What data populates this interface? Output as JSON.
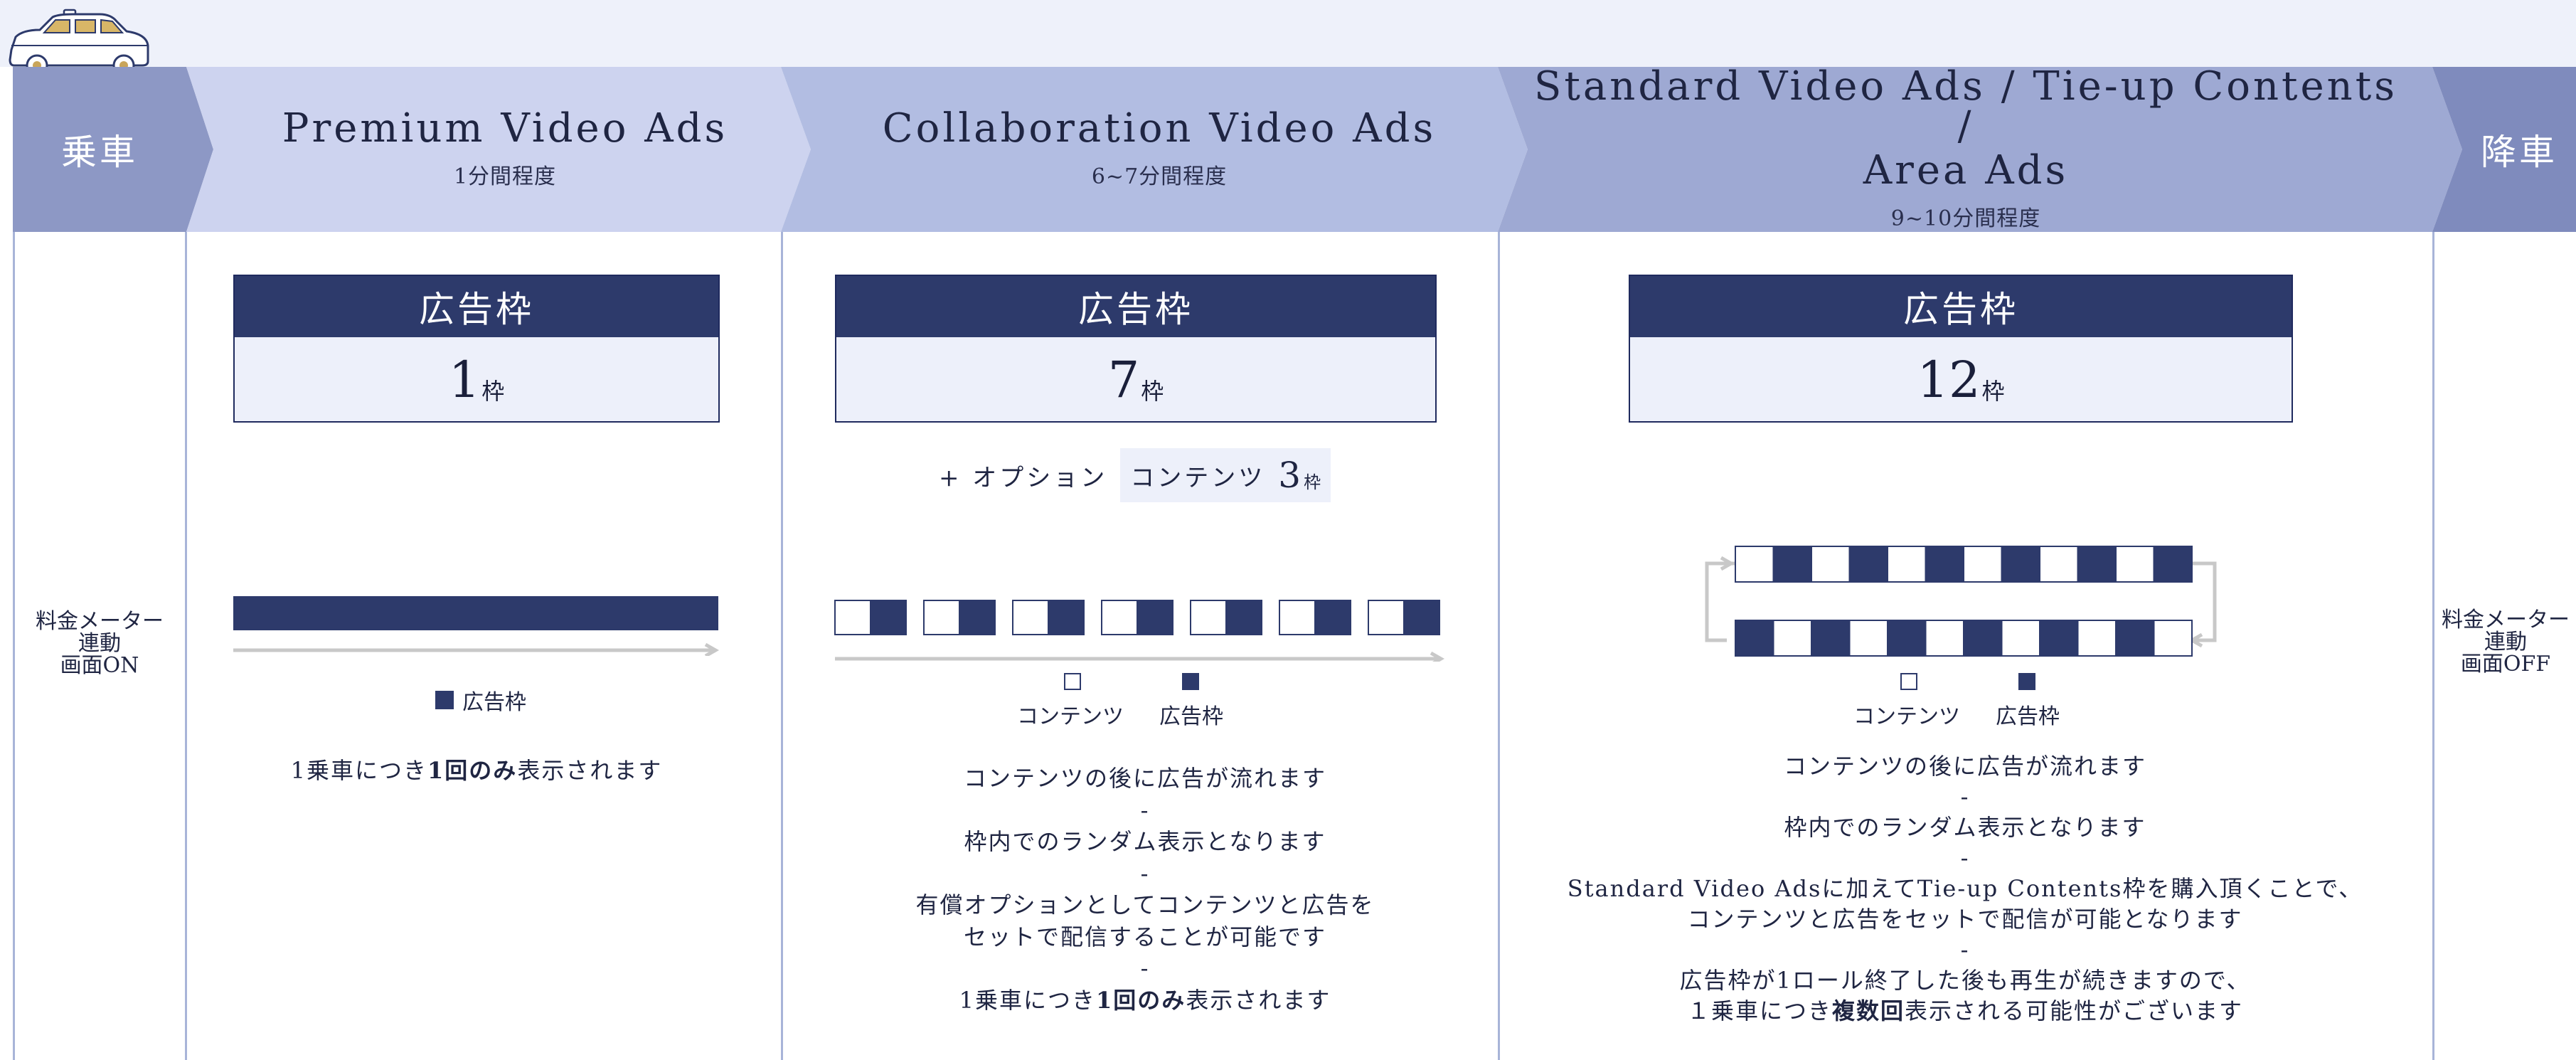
{
  "colors": {
    "navy": "#2d3a6b",
    "chevron_ride": "#8d98c5",
    "chevron_premium": "#cdd3ef",
    "chevron_collab": "#b2bde2",
    "chevron_standard": "#9ea9d3",
    "chevron_alight": "#7f8bbd",
    "arrow_gray": "#c8c8c8",
    "light_fill": "#edf0fa"
  },
  "header": {
    "ride": "乗車",
    "alight": "降車",
    "sections": [
      {
        "title": "Premium Video Ads",
        "duration": "1分間程度"
      },
      {
        "title": "Collaboration Video Ads",
        "duration": "6~7分間程度"
      },
      {
        "title_line1": "Standard Video Ads / Tie-up Contents /",
        "title_line2": "Area Ads",
        "duration": "9~10分間程度"
      }
    ]
  },
  "left_info": [
    "料金メーター",
    "連動",
    "画面ON"
  ],
  "right_info": [
    "料金メーター",
    "連動",
    "画面OFF"
  ],
  "premium": {
    "slot_header": "広告枠",
    "slot_count": "1",
    "slot_unit": "枠",
    "legend_ad": "広告枠",
    "desc": {
      "pre": "1乗車につき",
      "bold": "1回のみ",
      "post": "表示されます"
    }
  },
  "collab": {
    "slot_header": "広告枠",
    "slot_count": "7",
    "slot_unit": "枠",
    "option_label": "+ オプション",
    "option_content": "コンテンツ",
    "option_count": "3",
    "option_unit": "枠",
    "pairs": 7,
    "legend_content": "コンテンツ",
    "legend_ad": "広告枠",
    "desc_lines": [
      "コンテンツの後に広告が流れます",
      "-",
      "枠内でのランダム表示となります",
      "-",
      "有償オプションとしてコンテンツと広告を",
      "セットで配信することが可能です",
      "-"
    ],
    "desc_last": {
      "pre": "1乗車につき",
      "bold": "1回のみ",
      "post": "表示されます"
    }
  },
  "standard": {
    "slot_header": "広告枠",
    "slot_count": "12",
    "slot_unit": "枠",
    "cells_per_row": 12,
    "legend_content": "コンテンツ",
    "legend_ad": "広告枠",
    "desc_lines": [
      "コンテンツの後に広告が流れます",
      "-",
      "枠内でのランダム表示となります",
      "-",
      "Standard Video Adsに加えてTie-up Contents枠を購入頂くことで、",
      "コンテンツと広告をセットで配信が可能となります",
      "-",
      "広告枠が1ロール終了した後も再生が続きますので、"
    ],
    "desc_last": {
      "pre": "１乗車につき",
      "bold": "複数回",
      "post": "表示される可能性がございます"
    }
  }
}
